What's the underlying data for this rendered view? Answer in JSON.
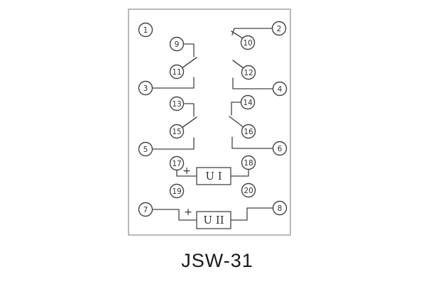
{
  "diagram": {
    "title": "JSW-31",
    "terminals": [
      {
        "id": 1,
        "label": "1"
      },
      {
        "id": 2,
        "label": "2"
      },
      {
        "id": 3,
        "label": "3"
      },
      {
        "id": 4,
        "label": "4"
      },
      {
        "id": 5,
        "label": "5"
      },
      {
        "id": 6,
        "label": "6"
      },
      {
        "id": 7,
        "label": "7"
      },
      {
        "id": 8,
        "label": "8"
      },
      {
        "id": 9,
        "label": "9"
      },
      {
        "id": 10,
        "label": "10"
      },
      {
        "id": 11,
        "label": "11"
      },
      {
        "id": 12,
        "label": "12"
      },
      {
        "id": 13,
        "label": "13"
      },
      {
        "id": 14,
        "label": "14"
      },
      {
        "id": 15,
        "label": "15"
      },
      {
        "id": 16,
        "label": "16"
      },
      {
        "id": 17,
        "label": "17"
      },
      {
        "id": 18,
        "label": "18"
      },
      {
        "id": 19,
        "label": "19"
      },
      {
        "id": 20,
        "label": "20"
      }
    ],
    "modules": [
      {
        "name": "voltage-element-1",
        "label": "U I",
        "polarity": "+"
      },
      {
        "name": "voltage-element-2",
        "label": "U II",
        "polarity": "+"
      }
    ],
    "colors": {
      "line": "#444444",
      "outline": "#8a8a8a",
      "background": "#ffffff",
      "text": "#333333",
      "title_text": "#1a1a1a"
    }
  }
}
